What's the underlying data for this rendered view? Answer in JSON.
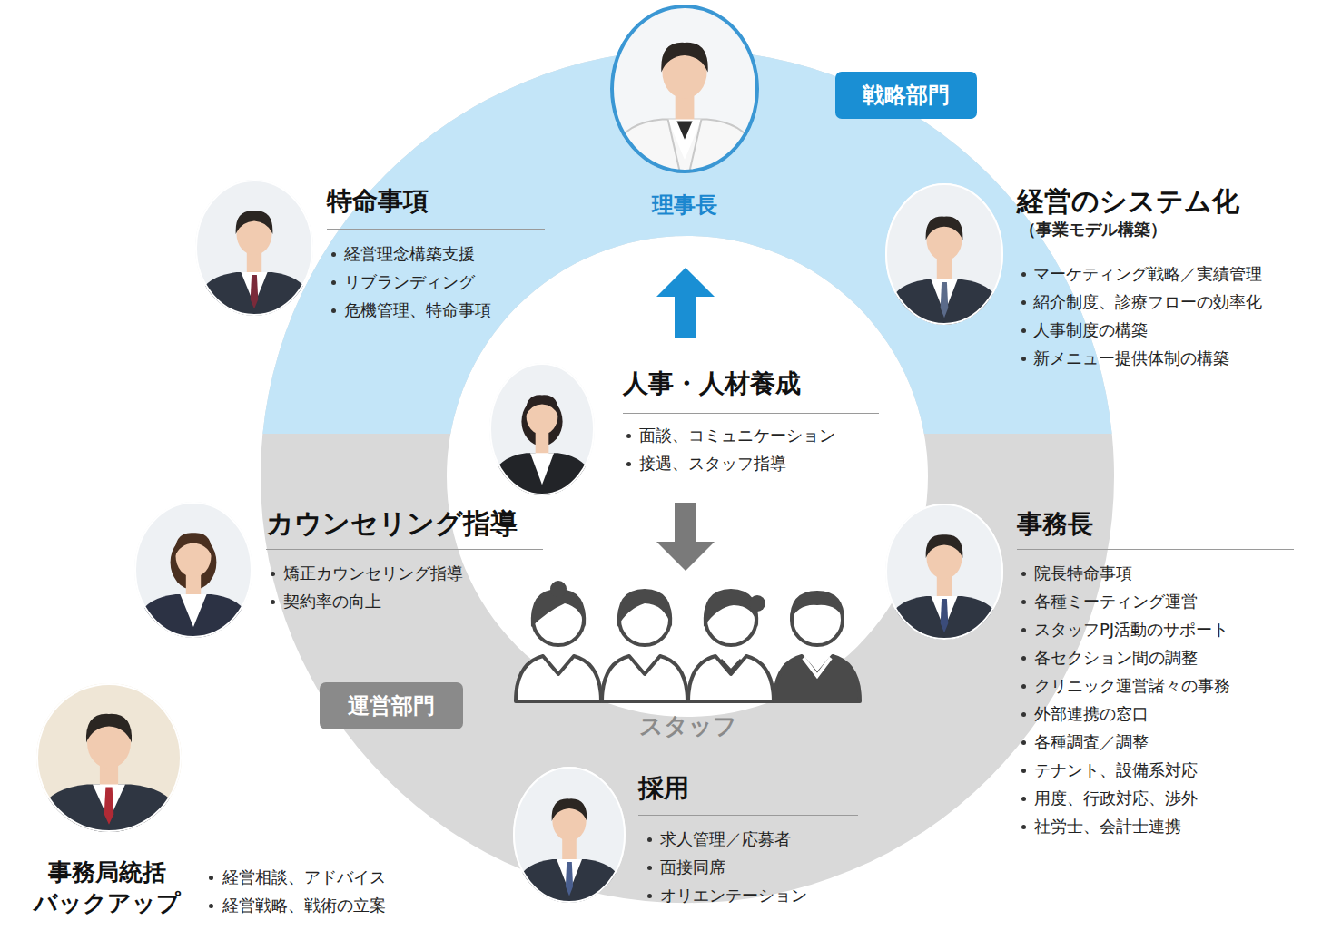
{
  "diagram": {
    "nodes": [
      {
        "text": [
          "理事長"
        ]
      },
      {
        "text": [
          "戦略部門"
        ]
      },
      {
        "text": [
          "特命事項",
          "経営理念構築支援",
          "リブランディング",
          "危機管理、特命事項"
        ]
      },
      {
        "text": [
          "経営のシステム化",
          "（事業モデル構築）",
          "マーケティング戦略／実績管理",
          "紹介制度、診療フローの効率化",
          "人事制度の構築",
          "新メニュー提供体制の構築"
        ]
      },
      {
        "text": [
          "人事・人材養成",
          "面談、コミュニケーション",
          "接遇、スタッフ指導"
        ]
      },
      {
        "text": [
          "カウンセリング指導",
          "矯正カウンセリング指導",
          "契約率の向上"
        ]
      },
      {
        "text": [
          "事務長",
          "院長特命事項",
          "各種ミーティング運営",
          "スタッフPJ活動のサポート",
          "各セクション間の調整",
          "クリニック運営諸々の事務",
          "外部連携の窓口",
          "各種調査／調整",
          "テナント、設備系対応",
          "用度、行政対応、渉外",
          "社労士、会計士連携"
        ]
      },
      {
        "text": [
          "スタッフ"
        ]
      },
      {
        "text": [
          "運営部門"
        ]
      },
      {
        "text": [
          "採用",
          "求人管理／応募者",
          "面接同席",
          "オリエンテーション"
        ]
      },
      {
        "text": [
          "事務局統括 バックアップ",
          "経営相談、アドバイス",
          "経営戦略、戦術の立案"
        ]
      }
    ],
    "edges": [
      {
        "from": 4,
        "to": 0,
        "arrow": "to"
      },
      {
        "from": 4,
        "to": 7,
        "arrow": "to"
      }
    ]
  }
}
